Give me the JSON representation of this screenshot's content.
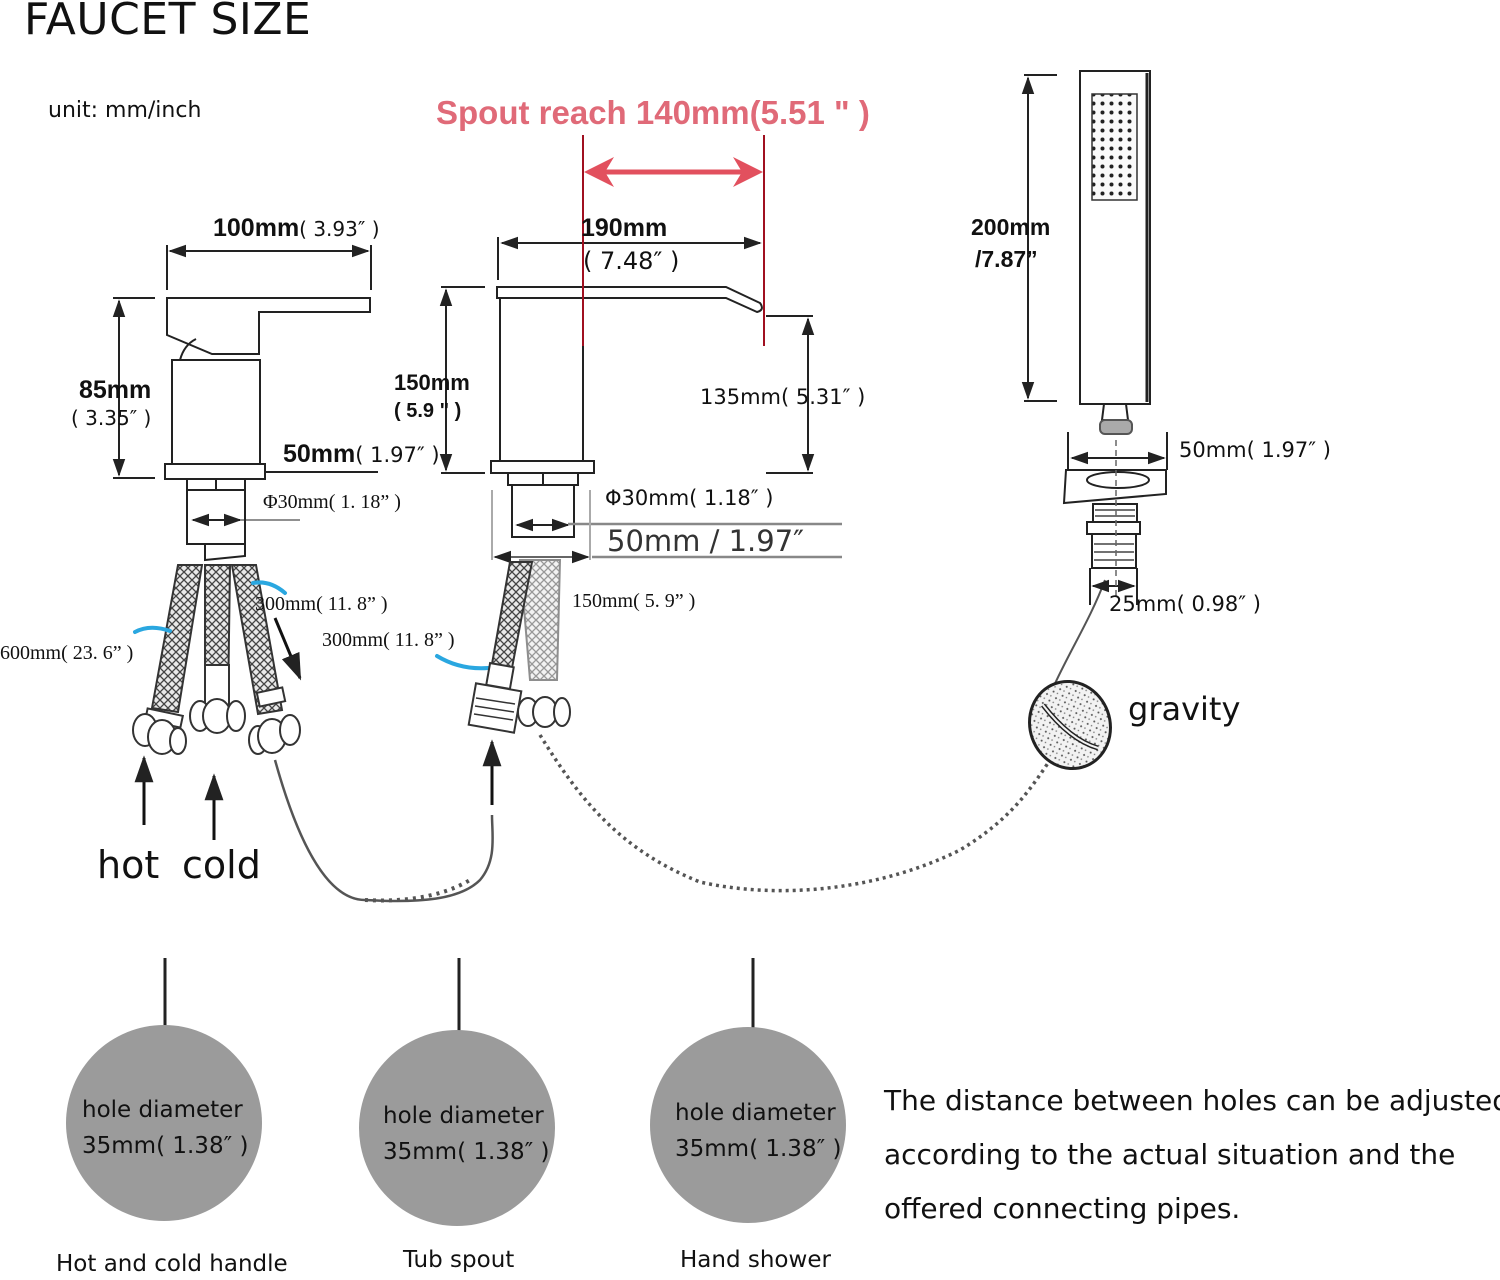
{
  "title": "FAUCET SIZE",
  "unit_label": "unit: mm/inch",
  "accent_colors": {
    "spout_reach": "#e06a78",
    "reach_lines": "#a01020",
    "hose_marker": "#2aa7e0",
    "hole_fill": "#9b9b9b"
  },
  "handle": {
    "width": "100mm",
    "width_in": "( 3.93″ )",
    "height": "85mm",
    "height_in": "( 3.35″ )",
    "base": "50mm",
    "base_in": "( 1.97″ )",
    "shank": "Φ30mm( 1. 18” )",
    "hose_short": "300mm( 11. 8” )",
    "hose_long": "600mm( 23. 6” )",
    "inlet_hot": "hot",
    "inlet_cold": "cold"
  },
  "spout": {
    "reach": "Spout reach 140mm(5.51 \" )",
    "length": "190mm",
    "length_in": "( 7.48″ )",
    "height": "150mm",
    "height_in": "( 5.9 \" )",
    "outlet_height": "135mm( 5.31″ )",
    "shank": "Φ30mm( 1.18″ )",
    "base": "50mm / 1.97″",
    "hose_a": "300mm( 11. 8” )",
    "hose_b": "150mm( 5. 9” )"
  },
  "hand_shower": {
    "length": "200mm",
    "length_in": "/7.87”",
    "base": "50mm( 1.97″ )",
    "thread": "25mm( 0.98″ )",
    "weight_label": "gravity"
  },
  "holes": [
    {
      "label": "hole diameter",
      "size": "35mm( 1.38″ )",
      "caption": "Hot and cold handle"
    },
    {
      "label": "hole diameter",
      "size": "35mm( 1.38″ )",
      "caption": "Tub spout"
    },
    {
      "label": "hole diameter",
      "size": "35mm( 1.38″ )",
      "caption": "Hand shower"
    }
  ],
  "note": [
    "The distance between holes can be adjusted",
    "according to the actual situation and the",
    "offered connecting pipes."
  ]
}
